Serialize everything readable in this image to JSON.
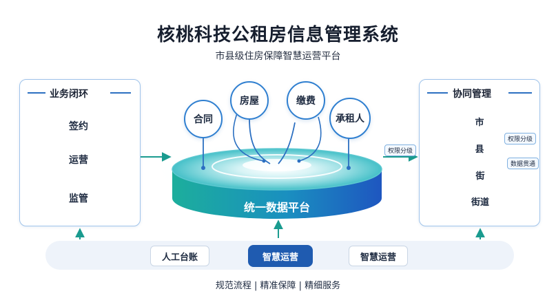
{
  "header": {
    "title": "核桃科技公租房信息管理系统",
    "subtitle": "市县级住房保障智慧运营平台"
  },
  "left_panel": {
    "title": "业务闭环",
    "cycle": [
      "签约",
      "运营",
      "监管"
    ]
  },
  "center": {
    "modules": [
      "合同",
      "房屋",
      "缴费",
      "承租人"
    ],
    "platform_label": "统一数据平台",
    "arrow_label": "权限分级"
  },
  "right_panel": {
    "title": "协同管理",
    "levels": [
      "市",
      "县",
      "街",
      "街道"
    ],
    "tags": [
      "权限分级",
      "数据贯通"
    ]
  },
  "flow": {
    "steps": [
      "人工台账",
      "智慧运营",
      "智慧运营"
    ]
  },
  "footer": {
    "text": "规范流程 | 精准保障 | 精细服务"
  },
  "colors": {
    "accent": "#1f5bb0",
    "line": "#2b6fc1",
    "platform_teal": "#20b2a0",
    "platform_blue": "#1e5fc2"
  }
}
